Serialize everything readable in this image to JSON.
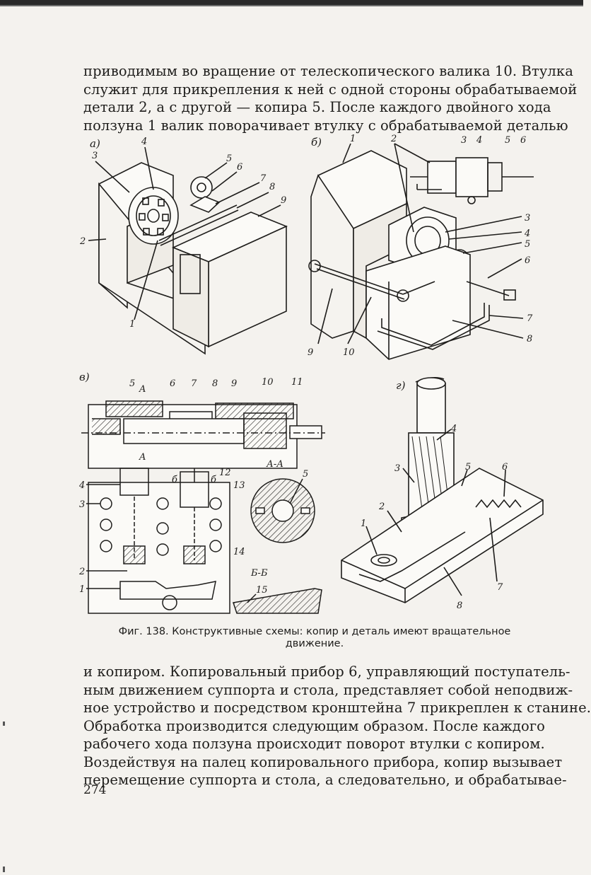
{
  "top_paragraph": [
    "приводимым во вращение от телескопического валика 10. Втулка",
    "служит для прикрепления к ней с одной стороны обрабатываемой",
    "детали 2, а с другой — копира 5. После каждого двойного хода",
    "ползуна 1 валик поворачивает втулку с обрабатываемой деталью"
  ],
  "figure": {
    "panel_a": {
      "tag": "а)",
      "labels": [
        "1",
        "2",
        "3",
        "4",
        "5",
        "6",
        "7",
        "8",
        "9"
      ]
    },
    "panel_b": {
      "tag": "б)",
      "labels": [
        "1",
        "2",
        "3",
        "4",
        "5",
        "6",
        "3",
        "4",
        "5",
        "6",
        "7",
        "8",
        "9",
        "10"
      ]
    },
    "panel_v": {
      "tag": "в)",
      "labels": [
        "5",
        "A",
        "6",
        "7",
        "8",
        "9",
        "10",
        "11",
        "A",
        "12",
        "4",
        "3",
        "2",
        "1",
        "б",
        "б",
        "13",
        "14",
        "А-А",
        "5",
        "Б-Б",
        "15"
      ]
    },
    "panel_g": {
      "tag": "г)",
      "labels": [
        "4",
        "3",
        "5",
        "6",
        "2",
        "1",
        "7",
        "8"
      ]
    }
  },
  "caption": {
    "line1": "Фиг. 138. Конструктивные схемы: копир и деталь имеют вращательное",
    "line2": "движение."
  },
  "bottom_paragraph": [
    "и копиром. Копировальный прибор 6, управляющий поступатель-",
    "ным движением суппорта и стола, представляет собой неподвиж-",
    "ное устройство и посредством кронштейна 7 прикреплен к станине.",
    "Обработка производится следующим образом. После каждого",
    "рабочего хода ползуна происходит поворот втулки с копиром.",
    "Воздействуя на палец копировального прибора, копир вызывает",
    "перемещение суппорта и стола, а следовательно, и обрабатывае-"
  ],
  "page_number": "274"
}
